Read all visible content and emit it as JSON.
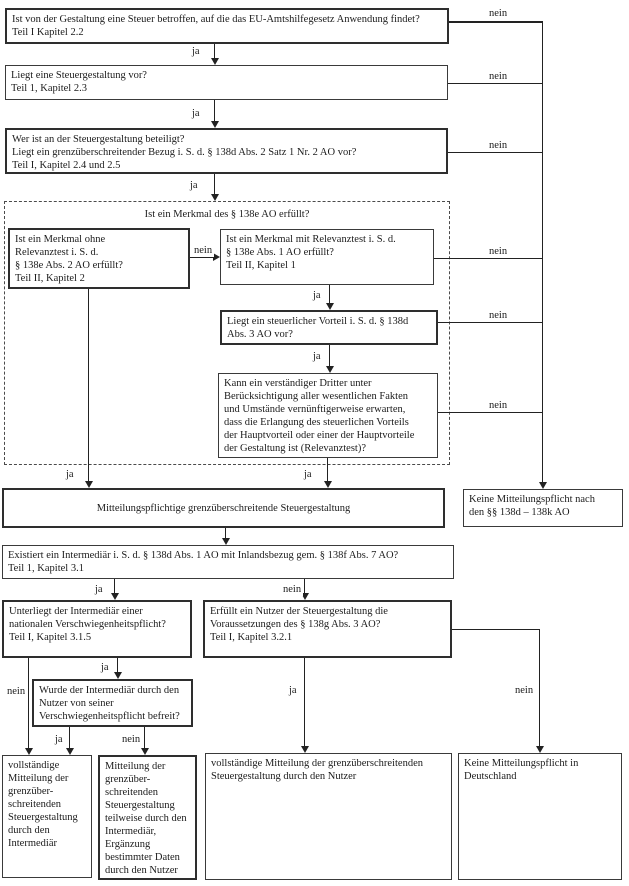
{
  "labels": {
    "yes": "ja",
    "no": "nein"
  },
  "flowchart": {
    "q_steuer": {
      "lines": [
        "Ist von der Gestaltung eine Steuer betroffen, auf die das EU-Amtshilfegesetz Anwendung findet?",
        "Teil I Kapitel 2.2"
      ]
    },
    "q_gestaltung": {
      "lines": [
        "Liegt eine Steuergestaltung vor?",
        "Teil 1, Kapitel 2.3"
      ]
    },
    "q_beteiligt": {
      "lines": [
        "Wer ist an der Steuergestaltung beteiligt?",
        "Liegt ein grenzüberschreitender Bezug i. S. d. § 138d Abs. 2 Satz 1 Nr. 2 AO vor?",
        "Teil I, Kapitel 2.4 und 2.5"
      ]
    },
    "merkmal_group_title": "Ist ein Merkmal des § 138e AO erfüllt?",
    "q_merkmal_ohne": {
      "lines": [
        "Ist ein Merkmal ohne",
        "Relevanztest i. S. d.",
        "§ 138e Abs. 2 AO erfüllt?",
        "Teil II, Kapitel 2"
      ]
    },
    "q_merkmal_mit": {
      "lines": [
        "Ist ein Merkmal mit Relevanztest  i. S. d.",
        "§ 138e Abs. 1 AO erfüllt?",
        "Teil II, Kapitel 1"
      ]
    },
    "q_vorteil": {
      "lines": [
        "Liegt ein steuerlicher Vorteil i. S. d. § 138d",
        "Abs. 3 AO vor?"
      ]
    },
    "q_relevanztest": {
      "lines": [
        "Kann ein verständiger Dritter unter",
        "Berücksichtigung aller wesentlichen Fakten",
        "und Umstände vernünftigerweise erwarten,",
        "dass die Erlangung des steuerlichen Vorteils",
        "der Hauptvorteil oder einer der Hauptvorteile",
        "der Gestaltung ist (Relevanztest)?"
      ]
    },
    "result_pflichtig": {
      "lines": [
        "Mitteilungspflichtige  grenzüberschreitende Steuergestaltung"
      ]
    },
    "result_keine_138": {
      "lines": [
        "Keine Mitteilungspflicht  nach",
        "den §§ 138d – 138k AO"
      ]
    },
    "q_intermediaer": {
      "lines": [
        "Existiert ein Intermediär i. S. d. § 138d Abs. 1 AO mit Inlandsbezug gem. § 138f Abs. 7 AO?",
        "Teil 1, Kapitel 3.1"
      ]
    },
    "q_verschwiegenheit": {
      "lines": [
        "Unterliegt der Intermediär einer",
        "nationalen Verschwiegenheitspflicht?",
        "Teil I, Kapitel 3.1.5"
      ]
    },
    "q_nutzer_138g": {
      "lines": [
        "Erfüllt ein Nutzer der Steuergestaltung die",
        "Voraussetzungen des § 138g Abs. 3 AO?",
        "Teil I, Kapitel 3.2.1"
      ]
    },
    "q_befreit": {
      "lines": [
        "Wurde der Intermediär durch den",
        "Nutzer von seiner",
        "Verschwiegenheitspflicht befreit?"
      ]
    },
    "result_intermediaer": {
      "lines": [
        "vollständige",
        "Mitteilung der",
        "grenzüber-",
        "schreitenden",
        "Steuergestaltung",
        "durch den",
        "Intermediär"
      ]
    },
    "result_teilweise": {
      "lines": [
        "Mitteilung der",
        "grenzüber-",
        "schreitenden",
        "Steuergestaltung",
        "teilweise durch den",
        "Intermediär,",
        "Ergänzung",
        "bestimmter Daten",
        "durch den Nutzer"
      ]
    },
    "result_nutzer": {
      "lines": [
        "vollständige Mitteilung der grenzüberschreitenden",
        "Steuergestaltung durch den Nutzer"
      ]
    },
    "result_keine_de": {
      "lines": [
        "Keine Mitteilungspflicht  in",
        "Deutschland"
      ]
    }
  }
}
